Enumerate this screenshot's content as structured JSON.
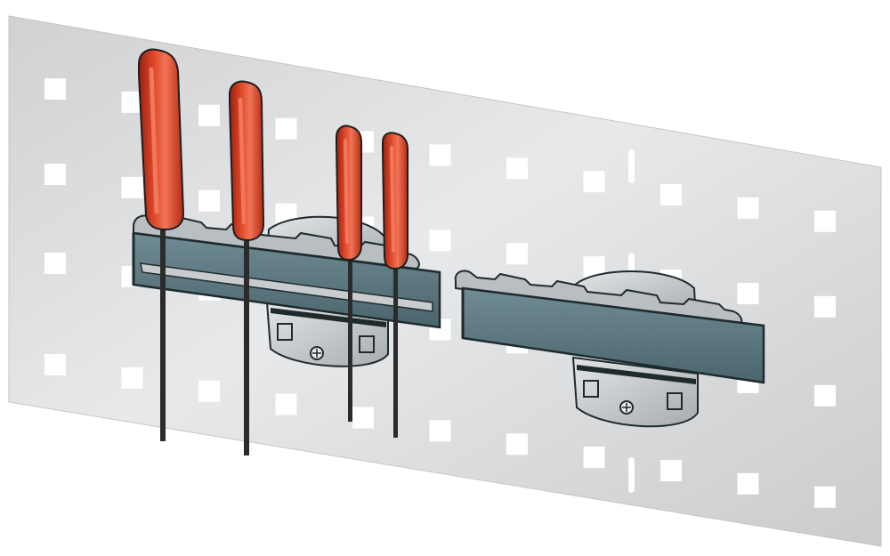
{
  "scene": {
    "subject": "pegboard-with-screwdriver-holders",
    "colors": {
      "background": "#ffffff",
      "panel": "#d3d5d7",
      "panel_light": "#e9eaeb",
      "hole": "#ffffff",
      "rail": "#5e7a82",
      "rail_edge": "#1e2a2e",
      "rail_lip": "#b9bec1",
      "bracket": "#c2c6c8",
      "handle": "#d9381e",
      "handle_dark": "#9b200f",
      "handle_highlight": "#f2775b",
      "shaft": "#2b2b2b"
    },
    "items": [
      {
        "name": "panel",
        "icon": "perforated-panel"
      },
      {
        "name": "left-holder",
        "icon": "screwdriver-rack"
      },
      {
        "name": "right-holder",
        "icon": "screwdriver-rack"
      },
      {
        "name": "screwdrivers",
        "icon": "screwdriver",
        "count": 4
      }
    ]
  }
}
